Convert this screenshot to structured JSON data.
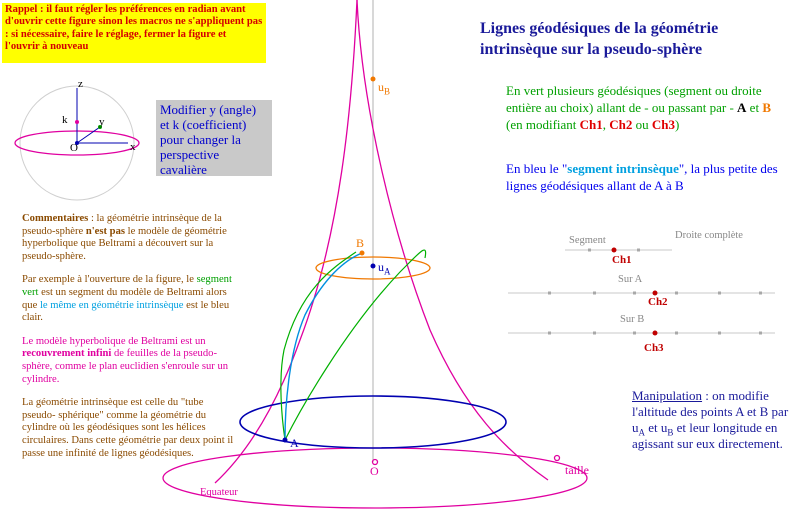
{
  "rappel": "Rappel : il faut régler les préférences en radian avant d'ouvrir cette figure sinon les macros ne s'appliquent pas : si nécessaire, faire le réglage, fermer la figure et l'ouvrir à nouveau",
  "modifier_box": "Modifier y (angle) et k (coefficient) pour changer la perspective cavalière",
  "title": "Lignes géodésiques de la géométrie intrinsèque sur la pseudo-sphère",
  "description": {
    "p1_a": "En vert plusieurs géodésiques (segment ou droite entière au choix) allant de - ou passant par - ",
    "p1_A": "A",
    "p1_and": " et ",
    "p1_B": "B",
    "p1_b": " (en modifiant ",
    "p1_ch1": "Ch1",
    "p1_comma": ", ",
    "p1_ch2": "Ch2",
    "p1_or": "  ou ",
    "p1_ch3": "Ch3",
    "p1_end": ")",
    "p2_a": "En bleu le \"",
    "p2_seg": "segment intrinsèque",
    "p2_b": "\", la plus petite des lignes géodésiques allant de A à B"
  },
  "commentaires": {
    "c1_title": "Commentaires",
    "c1_a": " : la géométrie intrinsèque de la pseudo-sphère ",
    "c1_bold": "n'est pas",
    "c1_b": " le modèle de géométrie hyperbolique que Beltrami a découvert sur la pseudo-sphère.",
    "c2_a": "Par exemple à l'ouverture de la figure, le ",
    "c2_seg": "segment vert",
    "c2_b": " est un segment du modèle de Beltrami alors que ",
    "c2_same": "le même en géométrie intrinsèque",
    "c2_c": " est le bleu clair.",
    "c3_a": "Le modèle hyperbolique de Beltrami est un ",
    "c3_bold": "recouvrement infini",
    "c3_b": " de feuilles de la pseudo-sphère, comme le plan euclidien s'enroule sur un cylindre.",
    "c4": "La géométrie intrinsèque est celle du \"tube pseudo- sphérique\" comme la géométrie du cylindre où les géodésiques sont les hélices circulaires. Dans cette géométrie par deux point il passe une infinité de lignes géodésiques."
  },
  "manipulation": {
    "title": "Manipulation",
    "a": " : on modifie l'altitude des points A et B par ",
    "u": "u",
    "subA": "A",
    "and": " et ",
    "subB": "B",
    "b": " et leur longitude en agissant sur eux directement."
  },
  "axes_labels": {
    "z": "z",
    "k": "k",
    "y": "y",
    "o": "O",
    "x": "x"
  },
  "selectors": {
    "segment": "Segment",
    "droite": "Droite complète",
    "ch1": "Ch1",
    "sur_a": "Sur A",
    "ch2": "Ch2",
    "sur_b": "Sur B",
    "ch3": "Ch3"
  },
  "figure_labels": {
    "u": "u",
    "B_sub": "B",
    "A_sub": "A",
    "point_B": "B",
    "point_A": "A",
    "origin": "O",
    "taille": "taille",
    "equateur": "Equateur"
  },
  "colors": {
    "tractrix": "#e000a0",
    "geodesic_green": "#00b000",
    "intrinsic_blue": "#0090e0",
    "orange": "#f07800",
    "navy": "#0000b0",
    "axis_gray": "#999999",
    "point_red": "#d00000"
  }
}
